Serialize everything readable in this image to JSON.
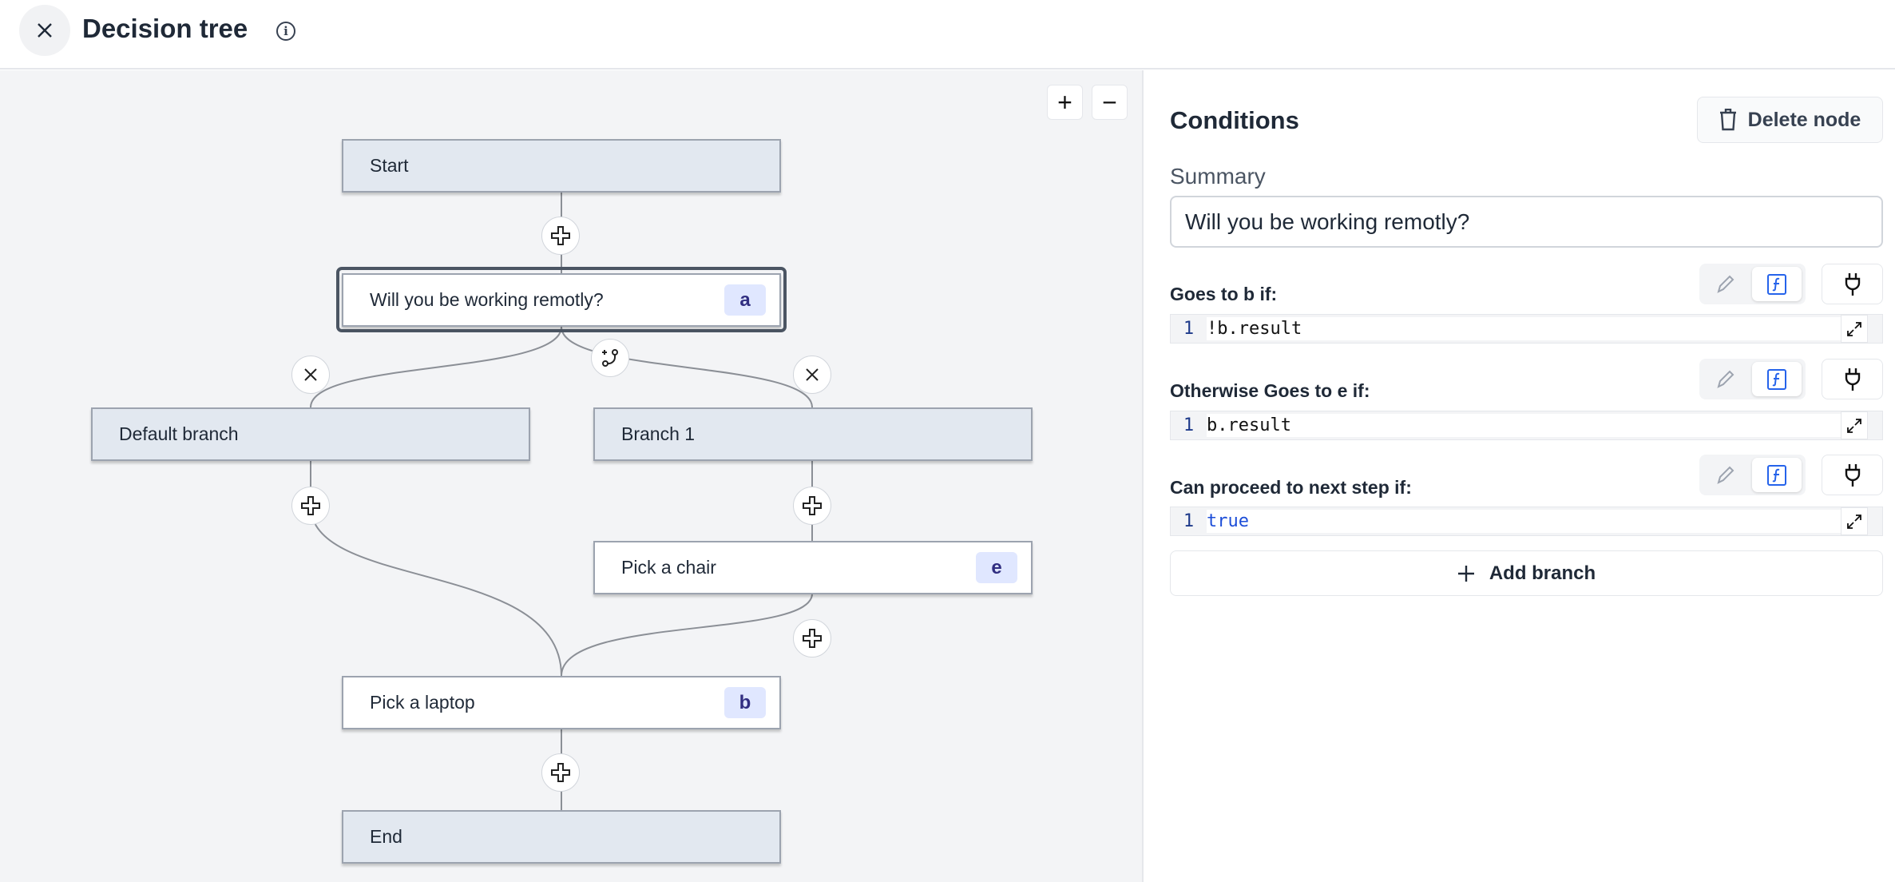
{
  "header": {
    "title": "Decision tree",
    "close_icon": "close-icon",
    "info_icon": "info-icon"
  },
  "canvas": {
    "zoom_in": "+",
    "zoom_out": "−",
    "nodes": {
      "start": {
        "label": "Start"
      },
      "question": {
        "label": "Will you be working remotly?",
        "badge": "a"
      },
      "default_branch": {
        "label": "Default branch"
      },
      "branch1": {
        "label": "Branch 1"
      },
      "chair": {
        "label": "Pick a chair",
        "badge": "e"
      },
      "laptop": {
        "label": "Pick a laptop",
        "badge": "b"
      },
      "end": {
        "label": "End"
      }
    }
  },
  "panel": {
    "title": "Conditions",
    "delete_label": "Delete node",
    "summary_label": "Summary",
    "summary_value": "Will you be working remotly?",
    "conditions": [
      {
        "label": "Goes to b if:",
        "line": "1",
        "code": "!b.result"
      },
      {
        "label": "Otherwise Goes to e if:",
        "line": "1",
        "code": "b.result"
      },
      {
        "label": "Can proceed to next step if:",
        "line": "1",
        "code": "true"
      }
    ],
    "add_branch_label": "Add branch"
  },
  "colors": {
    "accent": "#2563eb",
    "badge_bg": "#e0e7ff",
    "badge_text": "#312e81",
    "node_fill": "#e2e8f0",
    "canvas_bg": "#f3f4f6"
  }
}
